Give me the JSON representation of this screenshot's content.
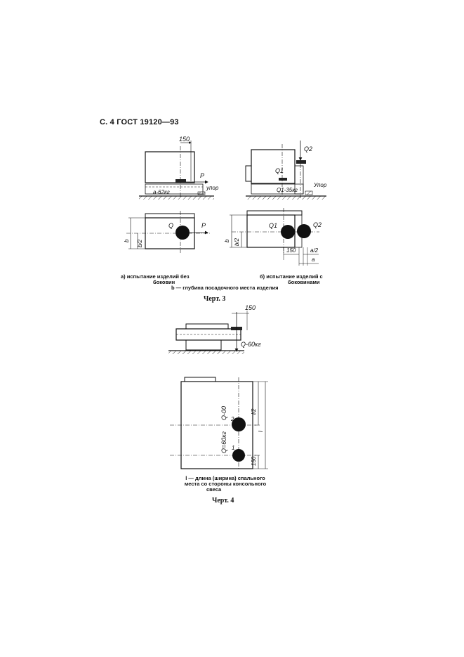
{
  "header": "С. 4 ГОСТ 19120—93",
  "fig3": {
    "left_top": {
      "dim": "150",
      "force": "P",
      "load": "a-62кг",
      "stop": "упор"
    },
    "left_bottom": {
      "load": "Q",
      "force": "P",
      "depth": "b",
      "half_depth": "b/2"
    },
    "right_top": {
      "force_q2": "Q2",
      "load_q1": "Q1",
      "load_label": "Q1-35кг",
      "stop": "Упор"
    },
    "right_bottom": {
      "q1": "Q1",
      "q2": "Q2",
      "depth": "b",
      "half_depth": "b/2",
      "dim150": "150",
      "half_a": "a/2",
      "a": "a"
    },
    "caption_a_line1": "а)  испытание  изделий  без",
    "caption_a_line2": "боковин",
    "caption_b_line1": "б)  испытание  изделий  с",
    "caption_b_line2": "боковинами",
    "caption_common": "b — глубина посадочного места изделия",
    "title": "Черт. 3"
  },
  "fig4": {
    "top": {
      "dim": "150",
      "load": "Q-60кг"
    },
    "bottom": {
      "load2": "Q-00",
      "n2": "2",
      "load1": "Q=60кг",
      "n1": "1",
      "half_l": "l/2",
      "l": "l",
      "dim150": "150"
    },
    "caption_line1": "l — длина (ширина) спального",
    "caption_line2": "места со стороны консольного",
    "caption_line3": "свеса",
    "title": "Черт. 4"
  }
}
